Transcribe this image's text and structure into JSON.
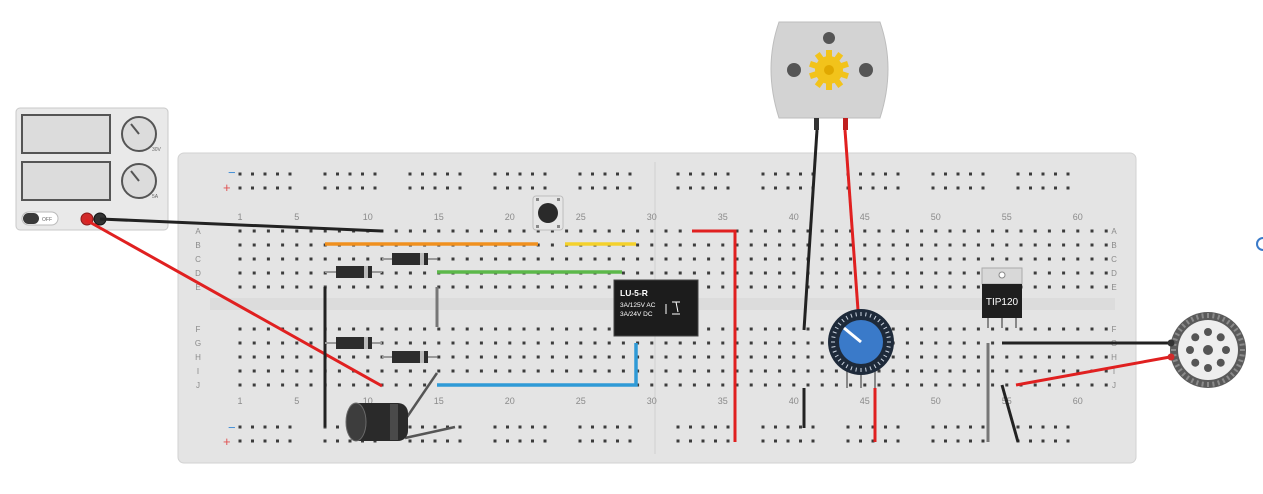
{
  "power_supply": {
    "off_label": "OFF",
    "voltage_unit": "30V",
    "current_unit": "5A"
  },
  "breadboard": {
    "column_numbers": [
      "1",
      "5",
      "10",
      "15",
      "20",
      "25",
      "30",
      "35",
      "40",
      "45",
      "50",
      "55",
      "60"
    ],
    "rows_top": [
      "A",
      "B",
      "C",
      "D",
      "E"
    ],
    "rows_bottom": [
      "F",
      "G",
      "H",
      "I",
      "J"
    ],
    "rail_minus": "−",
    "rail_plus": "+"
  },
  "relay": {
    "model": "LU-5-R",
    "rating_ac": "3A/125V AC",
    "rating_dc": "3A/24V  DC"
  },
  "transistor": {
    "label": "TIP120"
  },
  "components": [
    "dc-motor",
    "power-supply",
    "push-button",
    "relay",
    "potentiometer",
    "transistor",
    "speaker",
    "capacitor",
    "diodes"
  ],
  "colors": {
    "board": "#e4e4e4",
    "hole": "#3c3c3c",
    "wire_red": "#e02020",
    "wire_black": "#222222",
    "wire_orange": "#f0901e",
    "wire_yellow": "#f4d12c",
    "wire_green": "#5cb84a",
    "wire_blue": "#2f9ad6",
    "wire_gray": "#777777",
    "pot_blue": "#3a7ac9",
    "motor_body": "#d3d3d3",
    "gear": "#f2c31b"
  }
}
